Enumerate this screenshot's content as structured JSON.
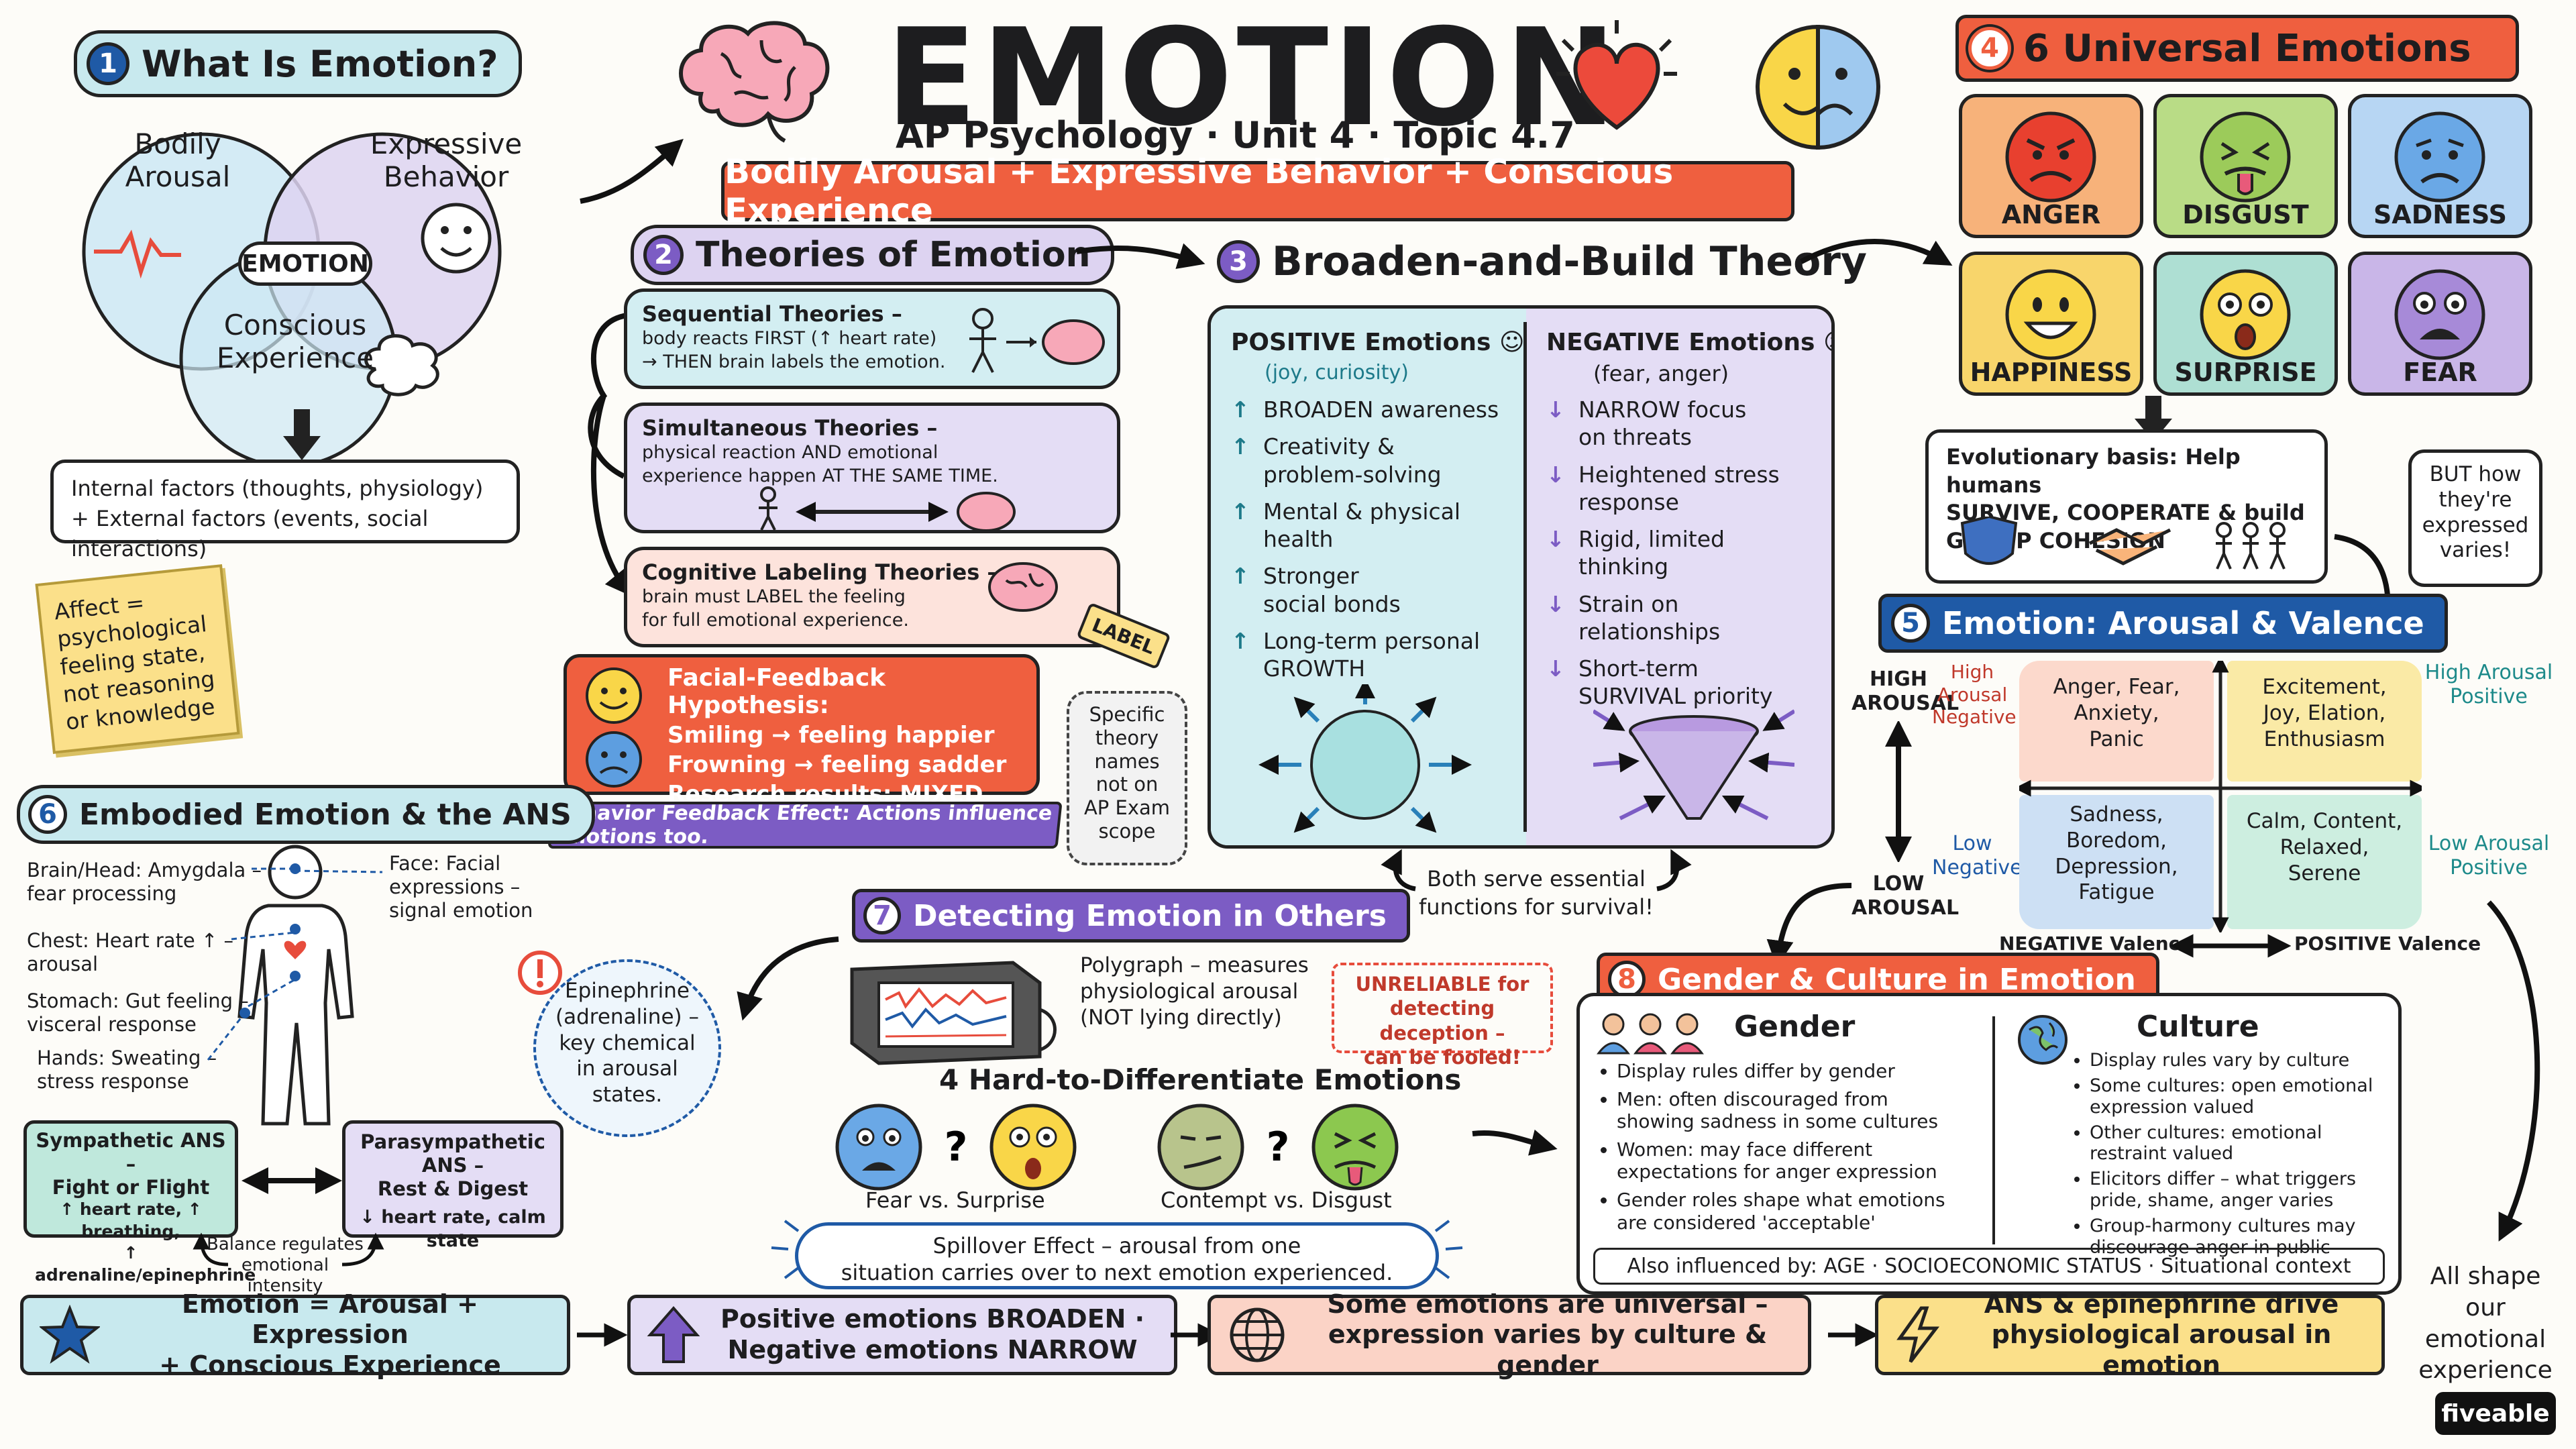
{
  "title": "EMOTION",
  "subtitle": "AP Psychology · Unit 4 · Topic 4.7",
  "banner": "Bodily Arousal + Expressive Behavior + Conscious Experience",
  "s1": {
    "num": "1",
    "title": "What Is Emotion?",
    "venn_a": "Bodily\nArousal",
    "venn_b": "Expressive\nBehavior",
    "venn_c": "Conscious\nExperience",
    "center": "EMOTION",
    "factors": "Internal factors (thoughts, physiology)\n+ External factors (events, social interactions)",
    "affect": "Affect =\npsychological\nfeeling state,\nnot reasoning\nor knowledge"
  },
  "s2": {
    "num": "2",
    "title": "Theories of Emotion",
    "seq_title": "Sequential Theories –",
    "seq_body": "body reacts FIRST (↑ heart rate)\n→ THEN brain labels the emotion.",
    "sim_title": "Simultaneous Theories –",
    "sim_body": "physical reaction AND emotional\nexperience happen AT THE SAME TIME.",
    "cog_title": "Cognitive Labeling Theories –",
    "cog_body": "brain must LABEL the feeling\nfor full emotional experience.",
    "label_tag": "LABEL",
    "ff_title": "Facial-Feedback Hypothesis:",
    "ff_1": "Smiling → feeling happier",
    "ff_2": "Frowning → feeling sadder",
    "ff_3": "Research results: MIXED",
    "bfe": "Behavior Feedback Effect: Actions influence emotions too.",
    "specific": "Specific\ntheory\nnames\nnot on\nAP Exam\nscope"
  },
  "s3": {
    "num": "3",
    "title": "Broaden-and-Build Theory",
    "pos_title": "POSITIVE Emotions",
    "pos_sub": "(joy, curiosity)",
    "pos_items": [
      "BROADEN awareness",
      "Creativity &\nproblem-solving",
      "Mental & physical\nhealth",
      "Stronger\nsocial bonds",
      "Long-term personal\nGROWTH"
    ],
    "neg_title": "NEGATIVE Emotions",
    "neg_sub": "(fear, anger)",
    "neg_items": [
      "NARROW focus\non threats",
      "Heightened stress\nresponse",
      "Rigid, limited\nthinking",
      "Strain on\nrelationships",
      "Short-term\nSURVIVAL priority"
    ],
    "both": "Both serve essential\nfunctions for survival!"
  },
  "s4": {
    "num": "4",
    "title": "6 Universal Emotions",
    "emotions": [
      "ANGER",
      "DISGUST",
      "SADNESS",
      "HAPPINESS",
      "SURPRISE",
      "FEAR"
    ],
    "colors": [
      "#f7b27a",
      "#b9dc86",
      "#b7d6f3",
      "#f8d56b",
      "#aedfd3",
      "#c9b6e8"
    ],
    "evo": "Evolutionary basis: Help humans\nSURVIVE, COOPERATE & build\nGROUP COHESION",
    "but": "BUT how\nthey're\nexpressed\nvaries!"
  },
  "s5": {
    "num": "5",
    "title": "Emotion: Arousal & Valence",
    "q_tl": "Anger, Fear,\nAnxiety,\nPanic",
    "q_tr": "Excitement,\nJoy, Elation,\nEnthusiasm",
    "q_bl": "Sadness,\nBoredom,\nDepression,\nFatigue",
    "q_br": "Calm, Content,\nRelaxed,\nSerene",
    "high": "HIGH\nAROUSAL",
    "low": "LOW\nAROUSAL",
    "neg_val": "NEGATIVE Valence",
    "pos_val": "POSITIVE Valence",
    "hn": "High\nArousal\nNegative",
    "hp": "High Arousal\nPositive",
    "ln": "Low\nNegative",
    "lp": "Low Arousal\nPositive"
  },
  "s6": {
    "num": "6",
    "title": "Embodied Emotion & the ANS",
    "brain": "Brain/Head: Amygdala –\nfear processing",
    "face": "Face: Facial\nexpressions –\nsignal emotion",
    "chest": "Chest: Heart rate ↑ –\narousal",
    "stomach": "Stomach: Gut feeling –\nvisceral response",
    "hands": "Hands: Sweating –\nstress response",
    "epi": "Epinephrine\n(adrenaline) –\nkey chemical\nin arousal\nstates.",
    "symp_title": "Sympathetic ANS –\nFight or Flight",
    "symp_body": "↑ heart rate, ↑ breathing,\n↑ adrenaline/epinephrine",
    "para_title": "Parasympathetic ANS –\nRest & Digest",
    "para_body": "↓ heart rate, calm state",
    "balance": "Balance regulates\nemotional intensity"
  },
  "s7": {
    "num": "7",
    "title": "Detecting Emotion in Others",
    "polygraph": "Polygraph – measures\nphysiological arousal\n(NOT lying directly)",
    "unreliable": "UNRELIABLE for\ndetecting deception –\ncan be fooled!",
    "hard": "4 Hard-to-Differentiate Emotions",
    "pair1": "Fear vs. Surprise",
    "pair2": "Contempt vs. Disgust",
    "spill": "Spillover Effect – arousal from one\nsituation carries over to next emotion experienced."
  },
  "s8": {
    "num": "8",
    "title": "Gender & Culture in Emotion",
    "gender": "Gender",
    "gender_items": [
      "Display rules differ by gender",
      "Men: often discouraged from\nshowing sadness in some cultures",
      "Women: may face different\nexpectations for anger expression",
      "Gender roles shape what emotions\nare considered 'acceptable'"
    ],
    "culture": "Culture",
    "culture_items": [
      "Display rules vary by culture",
      "Some cultures: open emotional\nexpression valued",
      "Other cultures: emotional\nrestraint valued",
      "Elicitors differ – what triggers\npride, shame, anger varies",
      "Group-harmony cultures may\ndiscourage anger in public"
    ],
    "also": "Also influenced by:  AGE  ·  SOCIOECONOMIC STATUS  ·  Situational context",
    "allshape": "All shape\nour emotional\nexperience"
  },
  "footer": [
    "Emotion = Arousal + Expression\n+ Conscious Experience",
    "Positive emotions BROADEN ·\nNegative emotions NARROW",
    "Some emotions are universal –\nexpression varies by culture & gender",
    "ANS & epinephrine drive\nphysiological arousal in emotion"
  ],
  "brand": "fiveable"
}
